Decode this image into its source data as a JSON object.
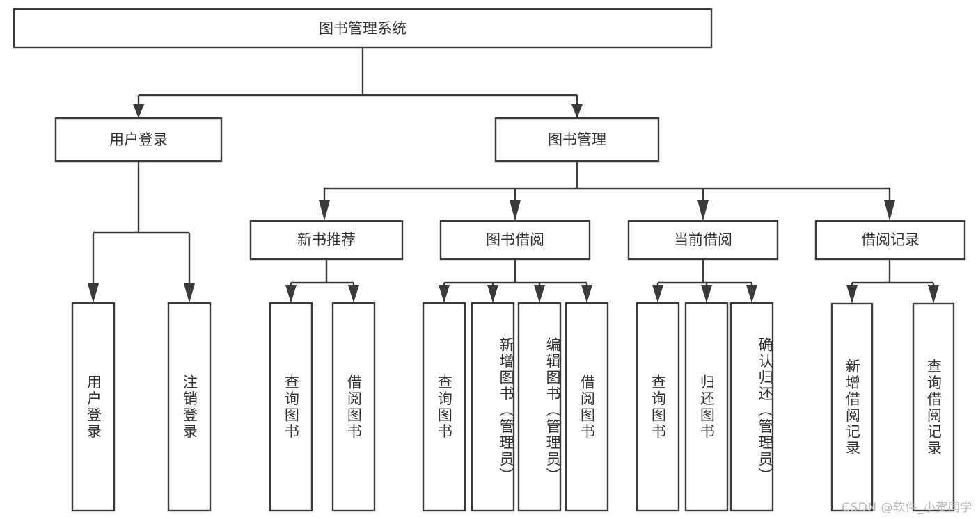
{
  "diagram": {
    "type": "tree",
    "title": "图书管理系统",
    "root": {
      "id": "root",
      "label": "图书管理系统"
    },
    "level1": [
      {
        "id": "user-login",
        "label": "用户登录"
      },
      {
        "id": "book-manage",
        "label": "图书管理"
      }
    ],
    "level2": [
      {
        "id": "new-book-recommend",
        "label": "新书推荐",
        "parent": "book-manage"
      },
      {
        "id": "book-borrow",
        "label": "图书借阅",
        "parent": "book-manage"
      },
      {
        "id": "current-borrow",
        "label": "当前借阅",
        "parent": "book-manage"
      },
      {
        "id": "borrow-record",
        "label": "借阅记录",
        "parent": "book-manage"
      }
    ],
    "leaves": {
      "user-login": [
        {
          "id": "leaf-user-login",
          "label": "用户登录"
        },
        {
          "id": "leaf-user-logout",
          "label": "注销登录"
        }
      ],
      "new-book-recommend": [
        {
          "id": "leaf-query-book-1",
          "label": "查询图书"
        },
        {
          "id": "leaf-borrow-book-1",
          "label": "借阅图书"
        }
      ],
      "book-borrow": [
        {
          "id": "leaf-query-book-2",
          "label": "查询图书"
        },
        {
          "id": "leaf-add-book",
          "label": "新增图书（管理员）"
        },
        {
          "id": "leaf-edit-book",
          "label": "编辑图书（管理员）"
        },
        {
          "id": "leaf-borrow-book-2",
          "label": "借阅图书"
        }
      ],
      "current-borrow": [
        {
          "id": "leaf-query-book-3",
          "label": "查询图书"
        },
        {
          "id": "leaf-return-book",
          "label": "归还图书"
        },
        {
          "id": "leaf-confirm-return",
          "label": "确认归还（管理员）"
        }
      ],
      "borrow-record": [
        {
          "id": "leaf-add-record",
          "label": "新增借阅记录"
        },
        {
          "id": "leaf-query-record",
          "label": "查询借阅记录"
        }
      ]
    }
  },
  "watermark": {
    "text": "CSDN @软件_小贺同学"
  },
  "colors": {
    "background": "#ffffff",
    "stroke": "#3a3a3a",
    "text": "#33312f",
    "watermark": "#b9b9b9"
  }
}
